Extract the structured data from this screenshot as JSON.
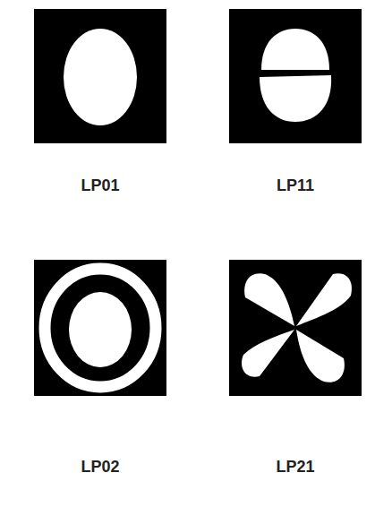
{
  "diagram": {
    "labels": [
      "LP01",
      "LP11",
      "LP02",
      "LP21"
    ]
  }
}
